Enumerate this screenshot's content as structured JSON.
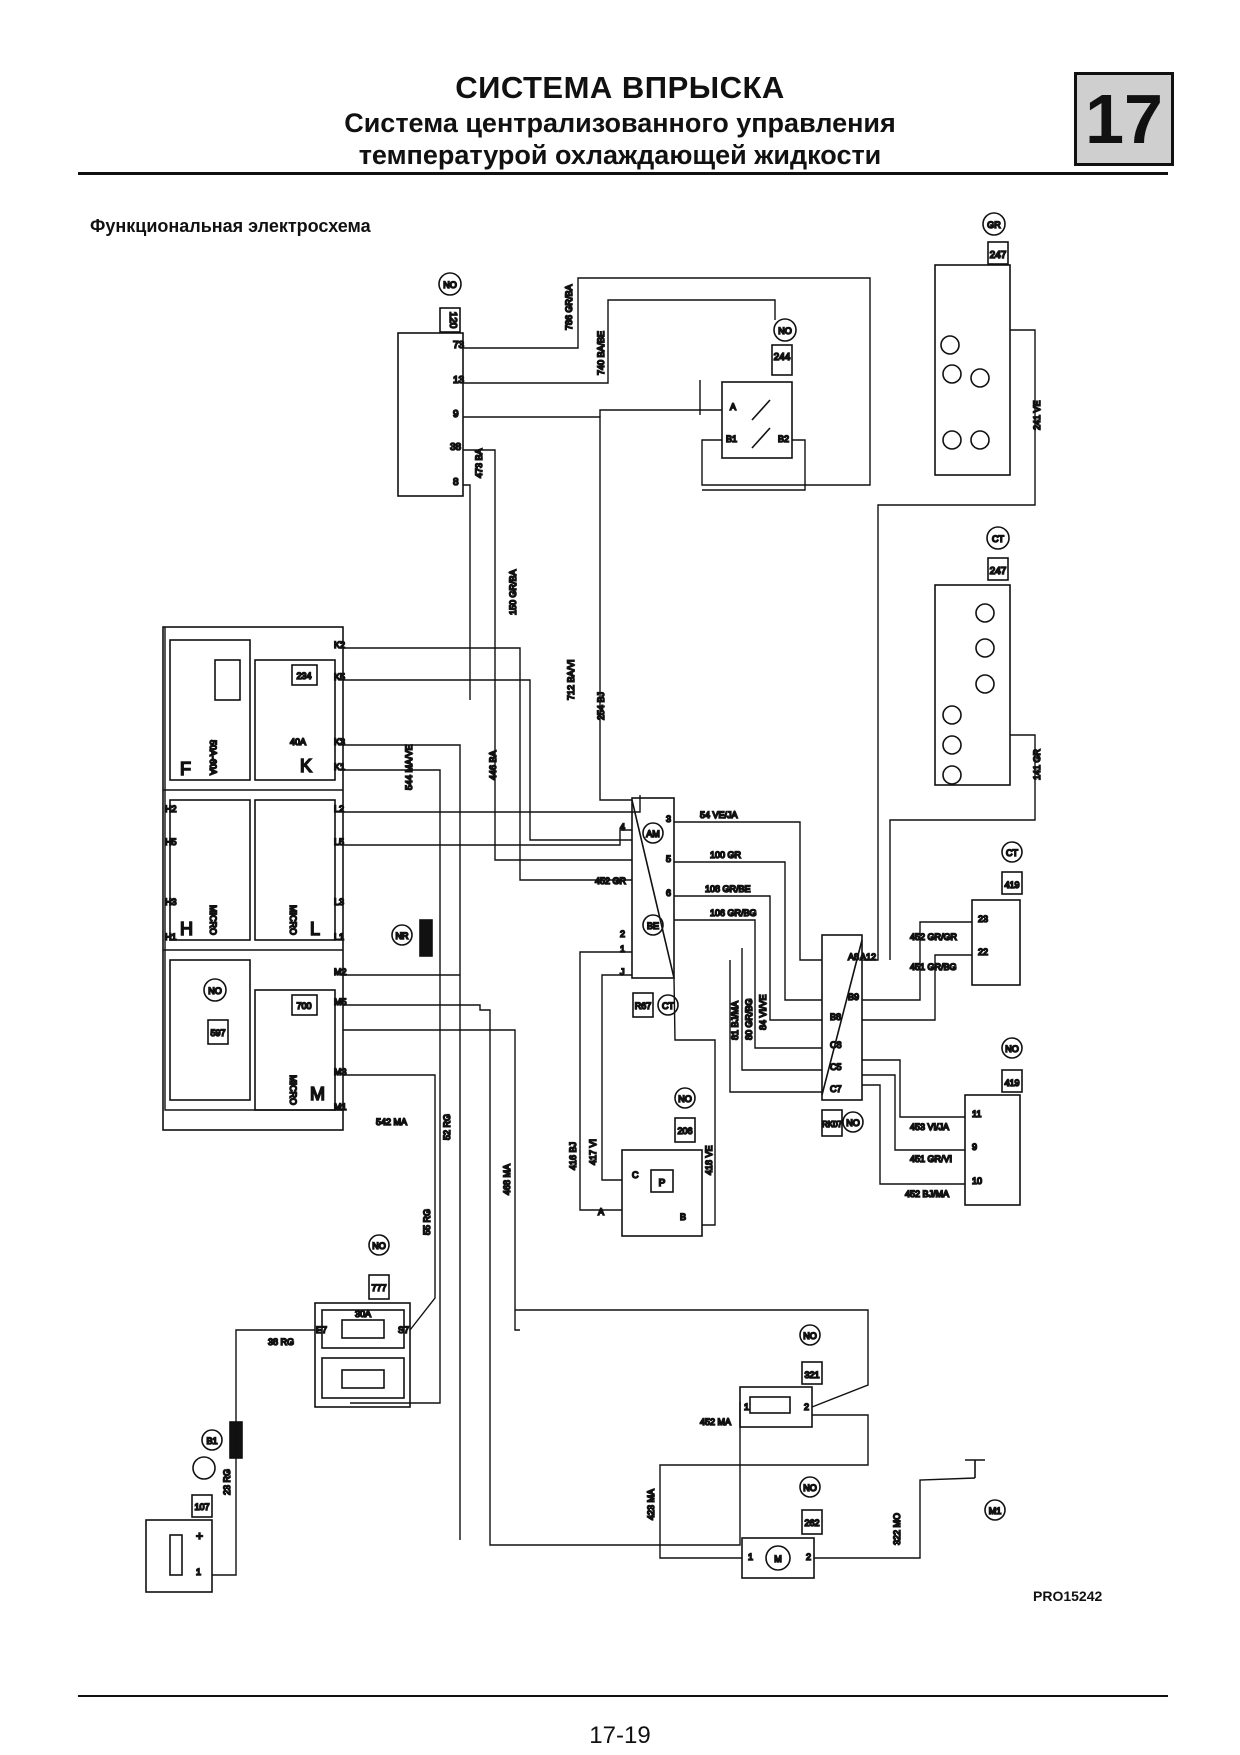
{
  "header": {
    "title": "СИСТЕМА ВПРЫСКА",
    "subtitle_line1": "Система централизованного управления",
    "subtitle_line2": "температурой охлаждающей жидкости",
    "chapter": "17"
  },
  "section_title": "Функциональная электросхема",
  "figure_ref": "PRO15242",
  "page_number": "17-19",
  "components": {
    "c120": "120",
    "c244": "244",
    "c247a": "247",
    "c247b": "247",
    "c234": "234",
    "c597": "597",
    "c700": "700",
    "c777": "777",
    "c107": "107",
    "c321": "321",
    "c262": "262",
    "c206": "206",
    "c419a": "419",
    "c419b": "419",
    "cR67": "R67",
    "cRK07": "RK07"
  },
  "circle_labels": {
    "NO1": "NO",
    "NO2": "NO",
    "GR": "GR",
    "CT1": "CT",
    "CT2": "CT",
    "AM": "AM",
    "BE": "BE",
    "NR": "NR",
    "NO3": "NO",
    "NO4": "NO",
    "NO5": "NO",
    "NO6": "NO",
    "NO7": "NO",
    "NO8": "NO",
    "NO9": "NO",
    "B1": "B1",
    "M1": "M1",
    "NO10": "NO"
  },
  "relays": {
    "F": "F",
    "F_rating": "50A-60A",
    "K": "K",
    "K_rating": "40A",
    "H": "H",
    "H_type": "MICRO",
    "L": "L",
    "L_type": "MICRO",
    "M": "M",
    "M_type": "MICRO",
    "fuse_rating": "30A"
  },
  "wires": {
    "w786": "786 GR/BA",
    "w740": "740 BA/BE",
    "w473": "473 BA",
    "w150": "150 GR/BA",
    "w712": "712 BA/VI",
    "w254": "254 BJ",
    "w446": "446 BA",
    "w544": "544 MA/VE",
    "w241": "241 VE",
    "w141": "141 GR",
    "w54": "54 VE/JA",
    "w100": "100 GR",
    "w108": "108 GR/BE",
    "w106": "106 GR/BG",
    "w452a": "452 GR",
    "w416": "416 BJ",
    "w417": "417 VI",
    "w418": "418 VE",
    "w81": "81 BJ/MA",
    "w80": "80 GR/BG",
    "w84": "84 VI/VE",
    "w452b": "452 GR/GR",
    "w451a": "451 GR/BG",
    "w453": "453 VI/JA",
    "w451b": "451 GR/VI",
    "w452c": "452 BJ/MA",
    "w542": "542 MA",
    "w52": "52 RG",
    "w468": "468 MA",
    "w55": "55 RG",
    "w38": "38 RG",
    "w23": "23 RG",
    "w452d": "452 MA",
    "w423": "423 MA",
    "w322": "322 MO"
  },
  "pins": {
    "p73": "73",
    "p13": "13",
    "p9": "9",
    "p38": "38",
    "p8": "8",
    "pA": "A",
    "pB1": "B1",
    "pB2": "B2",
    "pK2": "K2",
    "pK5": "K5",
    "pK3": "K3",
    "pK1": "K1",
    "pH2": "H2",
    "pH5": "H5",
    "pH3": "H3",
    "pH1": "H1",
    "pL2": "L2",
    "pL5": "L5",
    "pL3": "L3",
    "pL1": "L1",
    "pM2": "M2",
    "pM5": "M5",
    "pM3": "M3",
    "pM1": "M1",
    "pI4": "4",
    "pI3": "3",
    "pI5": "5",
    "pI6": "6",
    "pI2": "2",
    "pI1": "1",
    "pIJ": "J",
    "pA12": "A12",
    "pA8": "A8",
    "pB9": "B9",
    "pB8": "B8",
    "pC8": "C8",
    "pC5": "C5",
    "pC7": "C7",
    "p23": "23",
    "p22": "22",
    "p11": "11",
    "p9b": "9",
    "p10": "10",
    "pC": "C",
    "pA2": "A",
    "pB": "B",
    "pP": "P",
    "pE7": "E7",
    "pS7": "S7",
    "pPlus": "+",
    "p1": "1",
    "p321_1": "1",
    "p321_2": "2",
    "p262_1": "1",
    "p262_2": "2",
    "p262_M": "M"
  }
}
